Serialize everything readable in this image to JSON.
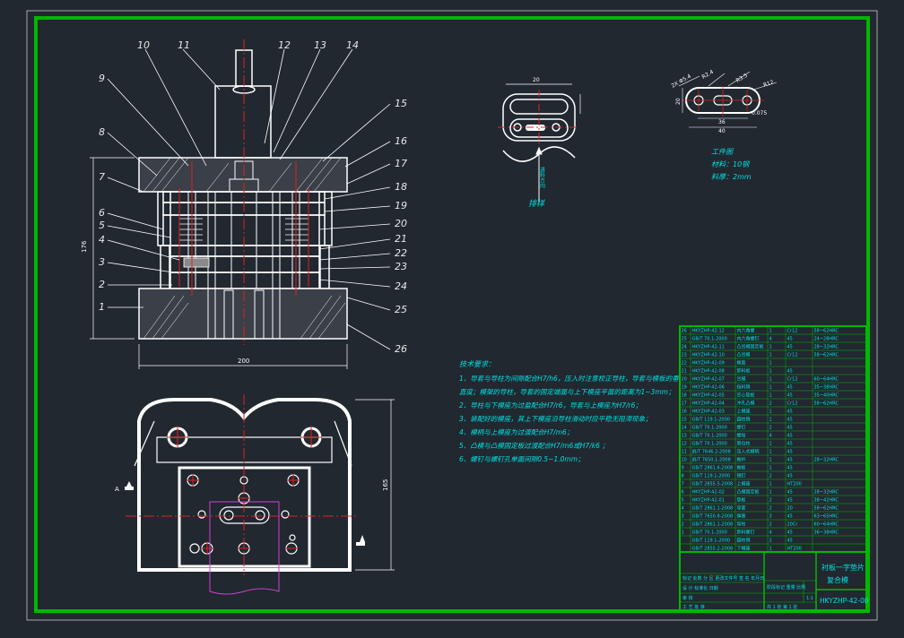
{
  "colors": {
    "background": "#212830",
    "frame": "#00b800",
    "line": "#ffffff",
    "cyan": "#00e0e0",
    "red": "#e02020",
    "magenta": "#d040d0"
  },
  "part_numbers": [
    "1",
    "2",
    "3",
    "4",
    "5",
    "6",
    "7",
    "8",
    "9",
    "10",
    "11",
    "12",
    "13",
    "14",
    "15",
    "16",
    "17",
    "18",
    "19",
    "20",
    "21",
    "22",
    "23",
    "24",
    "25",
    "26"
  ],
  "dimensions": {
    "height_dim": "176",
    "width_dim": "200",
    "plan_height_dim": "165"
  },
  "section_marker": "A",
  "strip_labels": {
    "width_mark": "20",
    "feed_direction": "进料方向",
    "title": "排样"
  },
  "workpiece": {
    "dims": [
      "2X Φ5.4",
      "R2.4",
      "R3.5",
      "R12",
      "20",
      "36",
      "40",
      "0.075"
    ],
    "title": "工件图",
    "material": "材料：10钢",
    "thickness": "料厚：2mm"
  },
  "tech_requirements": {
    "heading": "技术要求：",
    "items": [
      "1、导套与导柱为间隙配合H7/h6，压入时注意校正导柱，导套与模板的垂",
      "直度；模架的导柱，导套的固定端面与上下模座平面的距离为1~3mm；",
      "2、导柱与下模座为过盈配合H7/r6，导套与上模座为H7/r6；",
      "3、装配好的模座，其上下模座沿导柱滑动时应平稳无阻滞现象；",
      "4、模柄与上模座为过渡配合H7/m6；",
      "5、凸模与凸模固定板过渡配合H7/m6或H7/k6 ；",
      "6、螺钉与螺钉孔单面间隙0.5~1.0mm；"
    ]
  },
  "bom_rows": [
    [
      "26",
      "HKYZHP-42-12",
      "内六角螺",
      "1",
      "Cr12",
      "58~62HRC"
    ],
    [
      "25",
      "GB/T 70.1-2000",
      "内六角螺钉",
      "4",
      "45",
      "24~28HRC"
    ],
    [
      "24",
      "HKYZHP-42-11",
      "凸凹模固定板",
      "1",
      "45",
      "28~32HRC"
    ],
    [
      "23",
      "HKYZHP-42-10",
      "凸凹模",
      "1",
      "Cr12",
      "58~62HRC"
    ],
    [
      "22",
      "HKYZHP-42-09",
      "橡胶",
      "1",
      "",
      ""
    ],
    [
      "21",
      "HKYZHP-42-08",
      "卸料板",
      "1",
      "45",
      ""
    ],
    [
      "20",
      "HKYZHP-42-07",
      "凹模",
      "1",
      "Cr12",
      "60~64HRC"
    ],
    [
      "19",
      "HKYZHP-42-06",
      "挡料销",
      "1",
      "45",
      "35~38HRC"
    ],
    [
      "18",
      "HKYZHP-42-05",
      "空心垫板",
      "1",
      "45",
      "35~40HRC"
    ],
    [
      "17",
      "HKYZHP-42-04",
      "冲孔凸模",
      "2",
      "Cr12",
      "58~62HRC"
    ],
    [
      "16",
      "HKYZHP-42-03",
      "上模座",
      "1",
      "45",
      ""
    ],
    [
      "15",
      "GB/T 119.1-2000",
      "圆柱销",
      "1",
      "45",
      ""
    ],
    [
      "14",
      "GB/T 70.1-2000",
      "螺钉",
      "2",
      "45",
      ""
    ],
    [
      "13",
      "GB/T 70.1-2000",
      "螺栓",
      "4",
      "45",
      ""
    ],
    [
      "12",
      "GB/T 70.1-2000",
      "限位柱",
      "1",
      "45",
      ""
    ],
    [
      "11",
      "JB/T 7646.2-2008",
      "压入式模柄",
      "1",
      "45",
      ""
    ],
    [
      "10",
      "JB/T 7650.1-2008",
      "推杆",
      "1",
      "45",
      "28~32HRC"
    ],
    [
      "9",
      "GB/T 2861.6-2008",
      "推板",
      "1",
      "45",
      ""
    ],
    [
      "8",
      "GB/T 119.1-2000",
      "销钉",
      "2",
      "45",
      ""
    ],
    [
      "7",
      "GB/T 2855.5-2008",
      "上模座",
      "1",
      "HT200",
      ""
    ],
    [
      "6",
      "HKYZHP-42-02",
      "凸模固定板",
      "1",
      "45",
      "28~32HRC"
    ],
    [
      "5",
      "HKYZHP-42-01",
      "垫板",
      "2",
      "45",
      "38~42HRC"
    ],
    [
      "4",
      "GB/T 2861.1-2008",
      "导套",
      "2",
      "20",
      "58~62HRC"
    ],
    [
      "3",
      "GB/T 7650.8-2008",
      "弹簧",
      "3",
      "45",
      "63~65HRC"
    ],
    [
      "2",
      "GB/T 2861.1-2008",
      "导柱",
      "2",
      "20Cr",
      "60~64HRC"
    ],
    [
      "1",
      "GB/T 70.1-2000",
      "卸料螺钉",
      "4",
      "45",
      "36~38HRC"
    ],
    [
      "",
      "GB/T 119.1-2000",
      "圆柱销",
      "2",
      "45",
      ""
    ],
    [
      "",
      "GB/T 2855.2-2008",
      "下模座",
      "1",
      "HT200",
      ""
    ]
  ],
  "title_block": {
    "name_line1": "衬板一字垫片",
    "name_line2": "复合模",
    "drawing_no": "HKYZHP-42-00",
    "scale": "1:1",
    "left_rows": [
      "标记 处数 分 区 更改文件号 签 名 年月日",
      "设 计 标准化 日期",
      "审 核",
      "工 艺 批 准"
    ],
    "mid_rows": [
      "阶段标记 重量 比例",
      "共 1 张 第 1 张"
    ]
  }
}
